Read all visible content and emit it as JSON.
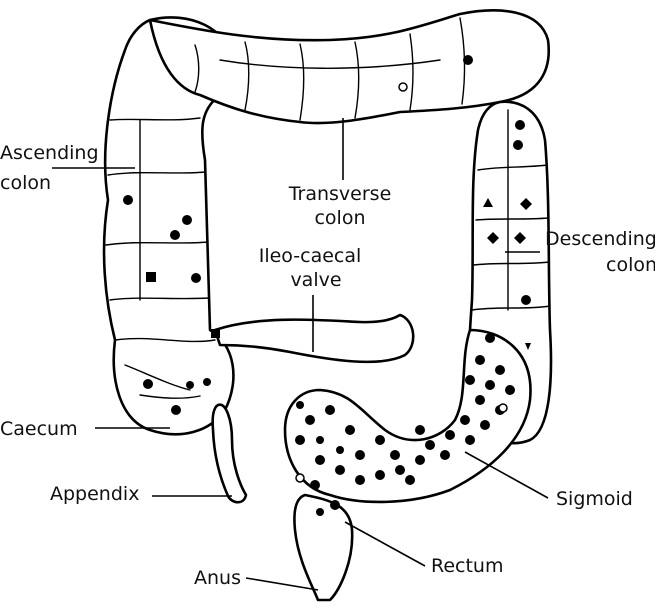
{
  "labels": {
    "ascending_line1": "Ascending",
    "ascending_line2": "colon",
    "transverse_line1": "Transverse",
    "transverse_line2": "colon",
    "ileo_line1": "Ileo-caecal",
    "ileo_line2": "valve",
    "descending_line1": "Descending",
    "descending_line2": "colon",
    "caecum": "Caecum",
    "appendix": "Appendix",
    "sigmoid": "Sigmoid",
    "rectum": "Rectum",
    "anus": "Anus"
  }
}
